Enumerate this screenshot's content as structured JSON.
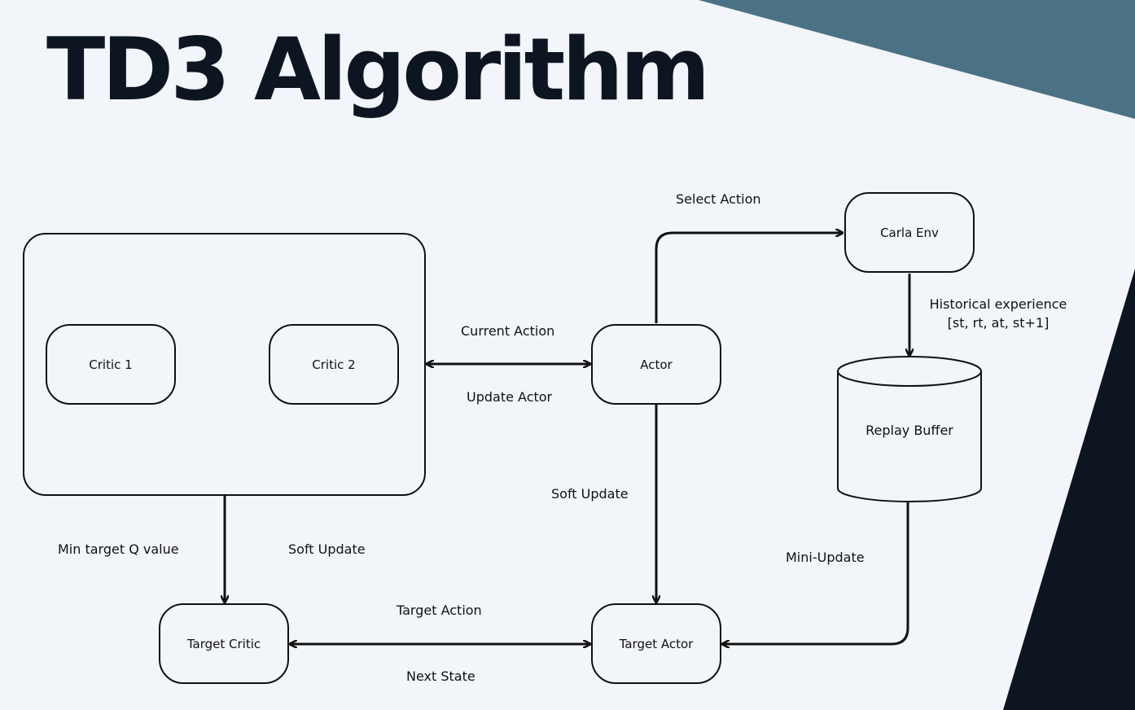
{
  "title": "TD3 Algorithm",
  "colors": {
    "background": "#f2f5f9",
    "accent_triangle": "#4b7184",
    "dark_shape": "#0d1521",
    "stroke": "#111111"
  },
  "nodes": {
    "critic1": "Critic 1",
    "critic2": "Critic 2",
    "actor": "Actor",
    "carla_env": "Carla Env",
    "replay_buffer": "Replay Buffer",
    "target_critic": "Target Critic",
    "target_actor": "Target Actor"
  },
  "edges": {
    "select_action": "Select Action",
    "current_action": "Current Action",
    "update_actor": "Update Actor",
    "historical_experience_line1": "Historical experience",
    "historical_experience_line2": "[st, rt, at, st+1]",
    "soft_update_actor": "Soft Update",
    "min_target_q": "Min target Q value",
    "soft_update_critic": "Soft Update",
    "mini_update": "Mini-Update",
    "target_action": "Target Action",
    "next_state": "Next State"
  }
}
